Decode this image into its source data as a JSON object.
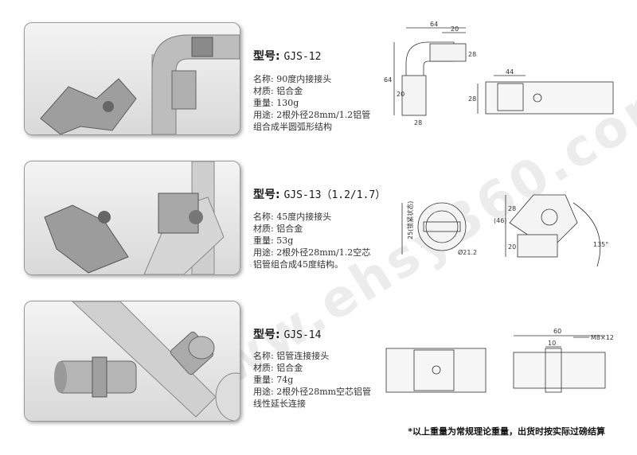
{
  "watermark": "www.ehsy360.com",
  "products": [
    {
      "model_label": "型号:",
      "model_code": "GJS-12",
      "specs": [
        "名称: 90度内接接头",
        "材质: 铝合金",
        "重量: 130g",
        "用途: 2根外径28mm/1.2铝管组合成半圆弧形结构"
      ],
      "dims": {
        "a": "64",
        "b": "20",
        "c": "28",
        "d": "64",
        "e": "20",
        "f": "28",
        "g": "44",
        "h": "28"
      }
    },
    {
      "model_label": "型号:",
      "model_code": "GJS-13（1.2/1.7）",
      "specs": [
        "名称: 45度内接接头",
        "材质: 铝合金",
        "重量: 53g",
        "用途: 2根外径28mm/1.2空芯铝管组合成45度结构。"
      ],
      "dims": {
        "a": "25(锁紧状态)",
        "b": "Ø21.2",
        "c": "(46)",
        "d": "28",
        "e": "20",
        "f": "135°"
      }
    },
    {
      "model_label": "型号:",
      "model_code": "GJS-14",
      "specs": [
        "名称: 铝管连接接头",
        "材质: 铝合金",
        "重量: 74g",
        "用途: 2根外径28mm空芯铝管线性延长连接"
      ],
      "dims": {
        "a": "60",
        "b": "10",
        "c": "M8×12"
      }
    }
  ],
  "footnote": "*以上重量为常规理论重量，出货时按实际过磅结算"
}
